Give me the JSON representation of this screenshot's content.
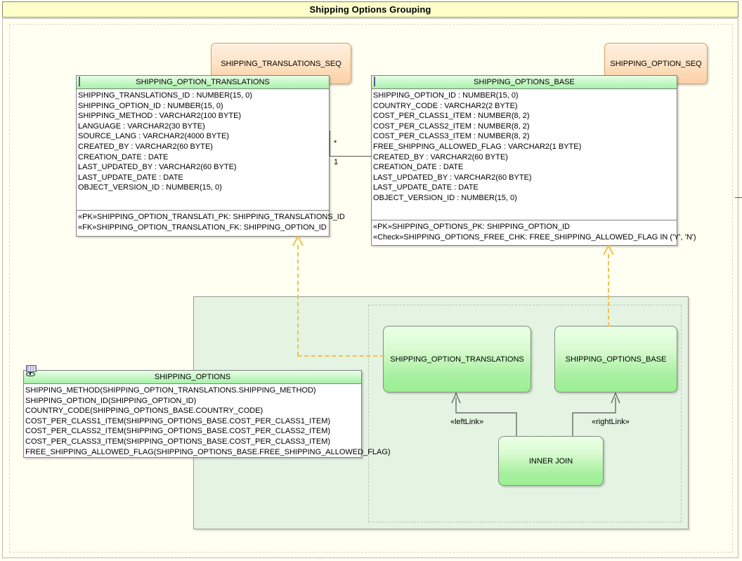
{
  "window": {
    "title": "Shipping Options Grouping"
  },
  "sequences": [
    {
      "name": "SHIPPING_TRANSLATIONS_SEQ"
    },
    {
      "name": "SHIPPING_OPTION_SEQ"
    }
  ],
  "tables": [
    {
      "name": "SHIPPING_OPTION_TRANSLATIONS",
      "icon": "table-grid-icon",
      "columns": [
        "SHIPPING_TRANSLATIONS_ID : NUMBER(15, 0)",
        "SHIPPING_OPTION_ID : NUMBER(15, 0)",
        "SHIPPING_METHOD : VARCHAR2(100 BYTE)",
        "LANGUAGE : VARCHAR2(30 BYTE)",
        "SOURCE_LANG : VARCHAR2(4000 BYTE)",
        "CREATED_BY : VARCHAR2(60 BYTE)",
        "CREATION_DATE : DATE",
        "LAST_UPDATED_BY : VARCHAR2(60 BYTE)",
        "LAST_UPDATE_DATE : DATE",
        "OBJECT_VERSION_ID : NUMBER(15, 0)"
      ],
      "constraints": [
        "«PK»SHIPPING_OPTION_TRANSLATI_PK: SHIPPING_TRANSLATIONS_ID",
        "«FK»SHIPPING_OPTION_TRANSLATION_FK: SHIPPING_OPTION_ID"
      ]
    },
    {
      "name": "SHIPPING_OPTIONS_BASE",
      "icon": "table-grid-icon",
      "columns": [
        "SHIPPING_OPTION_ID : NUMBER(15, 0)",
        "COUNTRY_CODE : VARCHAR2(2 BYTE)",
        "COST_PER_CLASS1_ITEM : NUMBER(8, 2)",
        "COST_PER_CLASS2_ITEM : NUMBER(8, 2)",
        "COST_PER_CLASS3_ITEM : NUMBER(8, 2)",
        "FREE_SHIPPING_ALLOWED_FLAG : VARCHAR2(1 BYTE)",
        "CREATED_BY : VARCHAR2(60 BYTE)",
        "CREATION_DATE : DATE",
        "LAST_UPDATED_BY : VARCHAR2(60 BYTE)",
        "LAST_UPDATE_DATE : DATE",
        "OBJECT_VERSION_ID : NUMBER(15, 0)"
      ],
      "constraints": [
        "«PK»SHIPPING_OPTIONS_PK: SHIPPING_OPTION_ID",
        "«Check»SHIPPING_OPTIONS_FREE_CHK: FREE_SHIPPING_ALLOWED_FLAG IN ('Y', 'N')"
      ]
    }
  ],
  "view": {
    "name": "SHIPPING_OPTIONS",
    "icon": "view-glasses-icon",
    "columns": [
      "SHIPPING_METHOD(SHIPPING_OPTION_TRANSLATIONS.SHIPPING_METHOD)",
      "SHIPPING_OPTION_ID(SHIPPING_OPTION_ID)",
      "COUNTRY_CODE(SHIPPING_OPTIONS_BASE.COUNTRY_CODE)",
      "COST_PER_CLASS1_ITEM(SHIPPING_OPTIONS_BASE.COST_PER_CLASS1_ITEM)",
      "COST_PER_CLASS2_ITEM(SHIPPING_OPTIONS_BASE.COST_PER_CLASS2_ITEM)",
      "COST_PER_CLASS3_ITEM(SHIPPING_OPTIONS_BASE.COST_PER_CLASS3_ITEM)",
      "FREE_SHIPPING_ALLOWED_FLAG(SHIPPING_OPTIONS_BASE.FREE_SHIPPING_ALLOWED_FLAG)"
    ]
  },
  "association": {
    "source_multiplicity": "*",
    "target_multiplicity": "1"
  },
  "join_graph": {
    "nodes": [
      {
        "id": "left",
        "label": "SHIPPING_OPTION_TRANSLATIONS"
      },
      {
        "id": "right",
        "label": "SHIPPING_OPTIONS_BASE"
      },
      {
        "id": "join",
        "label": "INNER JOIN"
      }
    ],
    "edges": [
      {
        "from": "join",
        "to": "left",
        "label": "«leftLink»"
      },
      {
        "from": "join",
        "to": "right",
        "label": "«rightLink»"
      }
    ]
  },
  "colors": {
    "title_bar": "#ffffcc",
    "canvas": "#fffff2",
    "table_header": "#a8f0a8",
    "sequence": "#fbd0a4",
    "group": "#e4f3e2",
    "node": "#9bef93",
    "dependency": "#f2c14a"
  }
}
